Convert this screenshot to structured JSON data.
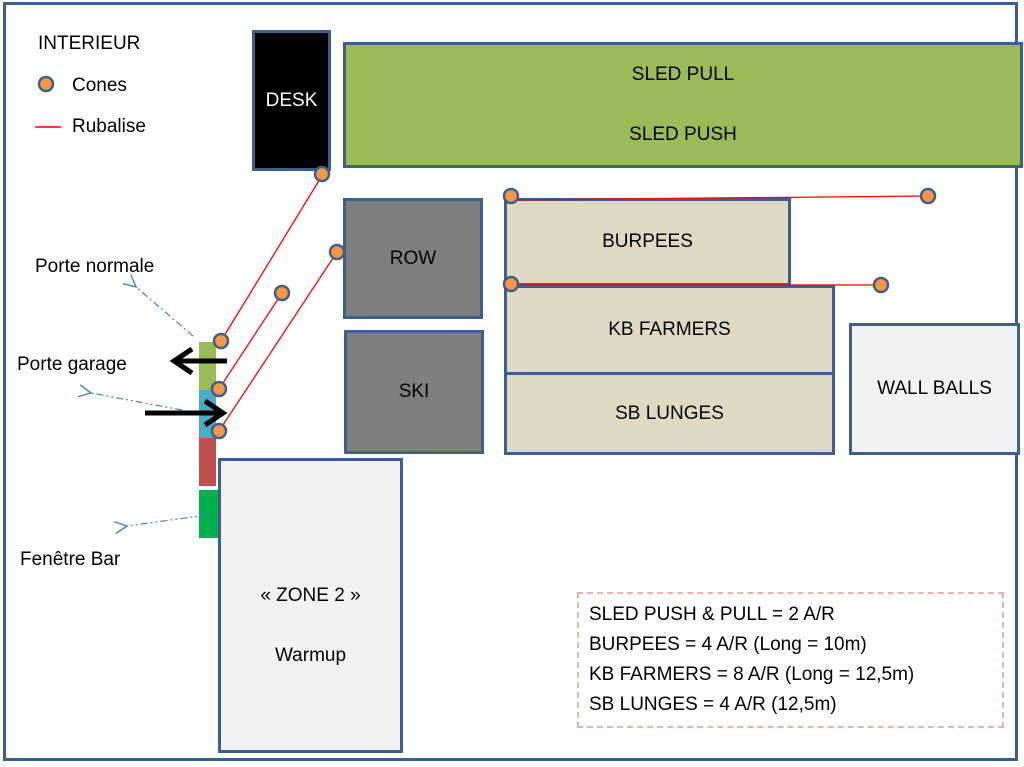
{
  "legend": {
    "title": "INTERIEUR",
    "cones_label": "Cones",
    "rubalise_label": "Rubalise"
  },
  "colors": {
    "frame": "#3b5e8f",
    "sled": "#9bbb59",
    "desk": "#000000",
    "machine": "#7f7f7f",
    "station": "#ddd9c3",
    "light_zone": "#f2f2f2",
    "cone": "#f79646",
    "rubalise": "#ff0000",
    "door_normal": "#9bbb59",
    "door_garage": "#4bacc6",
    "door_red": "#c0504d",
    "window_bar": "#00b050"
  },
  "zones": {
    "desk": "DESK",
    "sled_pull": "SLED PULL",
    "sled_push": "SLED PUSH",
    "row": "ROW",
    "ski": "SKI",
    "burpees": "BURPEES",
    "kb_farmers": "KB FARMERS",
    "sb_lunges": "SB LUNGES",
    "wall_balls": "WALL BALLS",
    "zone2_title": "« ZONE 2 »",
    "zone2_subtitle": "Warmup"
  },
  "labels": {
    "porte_normale": "Porte normale",
    "porte_garage": "Porte garage",
    "fenetre_bar": "Fenêtre Bar"
  },
  "notes": [
    "SLED PUSH & PULL = 2 A/R",
    "BURPEES = 4 A/R (Long = 10m)",
    "KB FARMERS = 8 A/R (Long = 12,5m)",
    "SB LUNGES = 4 A/R (12,5m)"
  ]
}
